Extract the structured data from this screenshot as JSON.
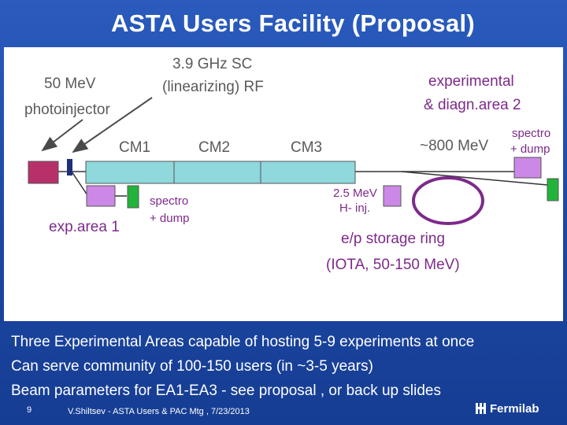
{
  "slide": {
    "title": "ASTA Users Facility (Proposal)",
    "page_number": "9",
    "footer": "V.Shiltsev - ASTA Users & PAC Mtg , 7/23/2013",
    "logo_text": "Fermilab"
  },
  "diagram": {
    "labels": {
      "sc_rf_line1": "3.9 GHz SC",
      "sc_rf_line2": "(linearizing) RF",
      "photoinjector_line1": "50 MeV",
      "photoinjector_line2": "photoinjector",
      "exp_area2_line1": "experimental",
      "exp_area2_line2": "& diagn.area 2",
      "cm1": "CM1",
      "cm2": "CM2",
      "cm3": "CM3",
      "energy": "~800 MeV",
      "spectro_right_line1": "spectro",
      "spectro_right_line2": "+ dump",
      "exp_area1": "exp.area 1",
      "spectro_left_line1": "spectro",
      "spectro_left_line2": "+ dump",
      "h_inj_line1": "2.5 MeV",
      "h_inj_line2": "H- inj.",
      "ring_line1": "e/p storage ring",
      "ring_line2": "(IOTA, 50-150 MeV)"
    },
    "colors": {
      "label_gray": "#5a5a5a",
      "accent_purple": "#7d2a8a",
      "photoinjector": "#b8306a",
      "linac": "#8fd8dc",
      "magnet": "#cc88e6",
      "dump": "#22b43a",
      "rf_cavity": "#1e2f7a"
    }
  },
  "bullets": [
    "Three Experimental Areas capable of hosting 5-9 experiments at once",
    "Can serve community of 100-150 users (in ~3-5 years)",
    "Beam parameters for EA1-EA3 - see proposal , or back up slides"
  ]
}
